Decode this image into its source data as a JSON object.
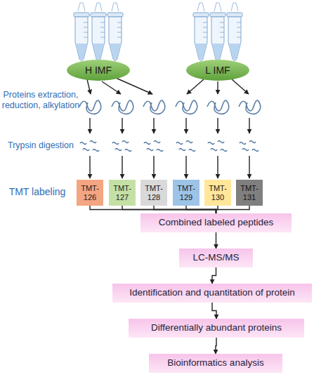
{
  "diagram": {
    "nodes": [
      {
        "text": [
          "H IMF"
        ]
      },
      {
        "text": [
          "L IMF"
        ]
      },
      {
        "text": [
          "TMT-126"
        ]
      },
      {
        "text": [
          "TMT-127"
        ]
      },
      {
        "text": [
          "TMT-128"
        ]
      },
      {
        "text": [
          "TMT-129"
        ]
      },
      {
        "text": [
          "TMT-130"
        ]
      },
      {
        "text": [
          "TMT-131"
        ]
      },
      {
        "text": [
          "Combined labeled peptides"
        ]
      },
      {
        "text": [
          "LC-MS/MS"
        ]
      },
      {
        "text": [
          "Identification and quantitation of protein"
        ]
      },
      {
        "text": [
          "Differentially abundant proteins"
        ]
      },
      {
        "text": [
          "Bioinformatics analysis"
        ]
      }
    ],
    "edges": [
      {
        "from": 2,
        "to": 8,
        "arrow": "none"
      },
      {
        "from": 3,
        "to": 8,
        "arrow": "none"
      },
      {
        "from": 4,
        "to": 8,
        "arrow": "none"
      },
      {
        "from": 5,
        "to": 8,
        "arrow": "none"
      },
      {
        "from": 6,
        "to": 8,
        "arrow": "none"
      },
      {
        "from": 7,
        "to": 8,
        "arrow": "none"
      },
      {
        "from": 8,
        "to": 9,
        "arrow": "to"
      },
      {
        "from": 9,
        "to": 10,
        "arrow": "to"
      },
      {
        "from": 10,
        "to": 11,
        "arrow": "to"
      },
      {
        "from": 11,
        "to": 12,
        "arrow": "to"
      }
    ],
    "labels": [
      "Proteins extraction, reduction, alkylation",
      "Trypsin digestion",
      "TMT labeling"
    ]
  }
}
